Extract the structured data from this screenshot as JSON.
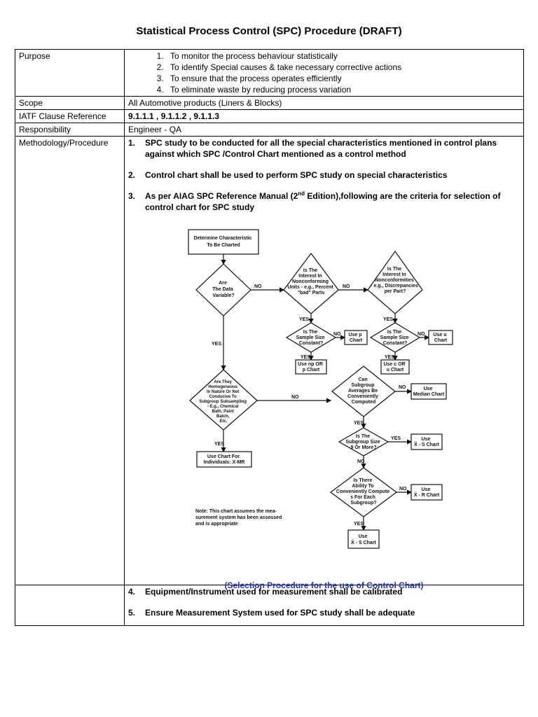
{
  "title": "Statistical Process Control (SPC) Procedure (DRAFT)",
  "rows": {
    "purpose_label": "Purpose",
    "purpose_items": [
      "To monitor the process behaviour statistically",
      "To identify Special causes & take necessary corrective actions",
      "To ensure that the process operates efficiently",
      "To eliminate waste by reducing process variation"
    ],
    "scope_label": "Scope",
    "scope_value": "All Automotive products (Liners & Blocks)",
    "iatf_label": "IATF Clause Reference",
    "iatf_value": "9.1.1.1 , 9.1.1.2 , 9.1.1.3",
    "resp_label": "Responsibility",
    "resp_value": "Engineer - QA",
    "method_label": "Methodology/Procedure"
  },
  "steps": {
    "s1_num": "1.",
    "s1_text": "SPC study to be conducted for all the special characteristics mentioned in control plans against which SPC /Control Chart mentioned as a control method",
    "s2_num": "2.",
    "s2_text": "Control chart shall be used to perform SPC study on special characteristics",
    "s3_num": "3.",
    "s3_pre": "As per AIAG SPC Reference Manual (2",
    "s3_sup": "nd",
    "s3_edition": " Edition),",
    "s3_post": "following are the criteria for selection of control chart for SPC study",
    "s4_num": "4.",
    "s4_text": "Equipment/Instrument used for measurement shall be calibrated",
    "s5_num": "5.",
    "s5_text": "Ensure Measurement System used for SPC study shall be adequate"
  },
  "caption": "(Selection Procedure for the use of Control Chart)",
  "flowchart": {
    "start": [
      "Determine Characteristic",
      "To Be Charted"
    ],
    "d_variable": [
      "Are",
      "The Data",
      "Variable?"
    ],
    "d_nonconf_units": [
      "Is The",
      "Interest In",
      "Nonconforming",
      "Units - e.g., Percent",
      "\"bad\" Parts"
    ],
    "d_nonconformities": [
      "Is The",
      "Interest In",
      "Nonconformities",
      "- e.g., Discrepancies",
      "per Part?"
    ],
    "d_sample_p": [
      "Is The",
      "Sample Size",
      "Constant?"
    ],
    "d_sample_u": [
      "Is The",
      "Sample Size",
      "Constant?"
    ],
    "b_p": [
      "Use p",
      "Chart"
    ],
    "b_u": [
      "Use u",
      "Chart"
    ],
    "b_np": [
      "Use np OR",
      "p Chart"
    ],
    "b_c": [
      "Use c OR",
      "u Chart"
    ],
    "d_homog": [
      "Are They",
      "Homogeneous",
      "In Nature Or Not",
      "Conducive To",
      "Subgroup Subsampling",
      "- E.g., Chemical",
      "Bath, Paint",
      "Batch,",
      "Etc."
    ],
    "d_averages": [
      "Can",
      "Subgroup",
      "Averages Be",
      "Conveniently",
      "Computed"
    ],
    "b_median": [
      "Use",
      "Median Chart"
    ],
    "d_size9": [
      "Is The",
      "Subgroup Size",
      "9 Or More?"
    ],
    "b_xs1": [
      "Use",
      "X̄ - S Chart"
    ],
    "b_xmr": [
      "Use Chart For",
      "Individuals: X-MR"
    ],
    "d_ability": [
      "Is There",
      "Ability To",
      "Conveniently Compute",
      "s For Each",
      "Subgroup?"
    ],
    "b_xr": [
      "Use",
      "X̄ - R Chart"
    ],
    "b_xs2": [
      "Use",
      "X̄ - S Chart"
    ],
    "note": [
      "Note: This chart assumes the mea-",
      "surement system has been assessed",
      "and is appropriate"
    ],
    "yes": "YES",
    "no": "NO"
  }
}
